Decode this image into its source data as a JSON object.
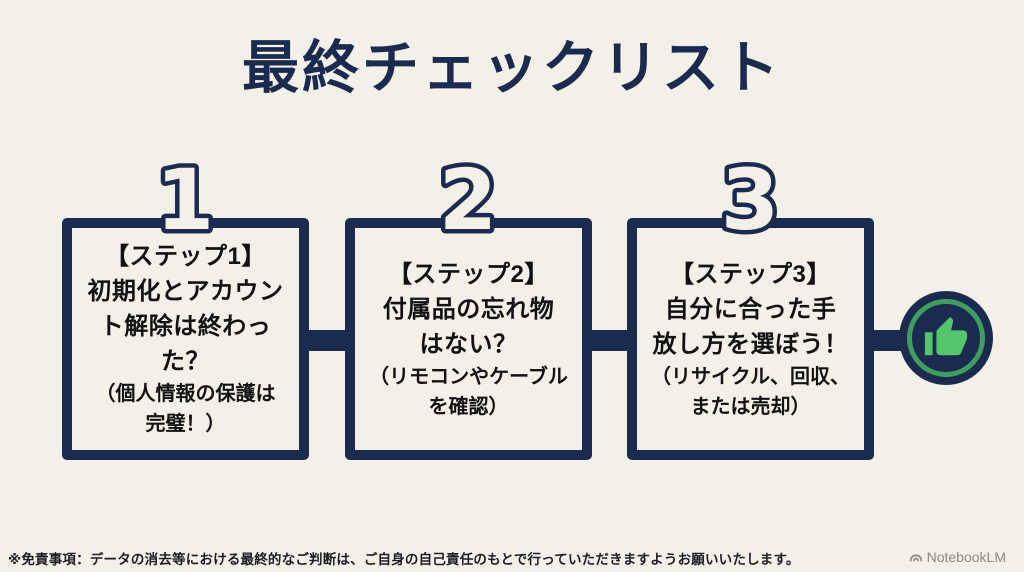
{
  "page": {
    "title": "最終チェックリスト",
    "background_color": "#f3f0e7",
    "accent_navy": "#1b2b50",
    "accent_green_ring": "#3f9e5e",
    "accent_green_thumb": "#55c56b"
  },
  "steps": [
    {
      "number": "1",
      "heading": "【ステップ1】",
      "main_lines": [
        "初期化とアカウン",
        "ト解除は終わった？"
      ],
      "note_lines": [
        "（個人情報の保護は",
        "完璧！）"
      ]
    },
    {
      "number": "2",
      "heading": "【ステップ2】",
      "main_lines": [
        "付属品の忘れ物",
        "はない？"
      ],
      "note_lines": [
        "（リモコンやケーブル",
        "を確認）"
      ]
    },
    {
      "number": "3",
      "heading": "【ステップ3】",
      "main_lines": [
        "自分に合った手",
        "放し方を選ぼう！"
      ],
      "note_lines": [
        "（リサイクル、回収、",
        "または売却）"
      ]
    }
  ],
  "result": {
    "icon": "thumbs-up"
  },
  "footer": {
    "disclaimer": "※免責事項：データの消去等における最終的なご判断は、ご自身の自己責任のもとで行っていただきますようお願いいたします。",
    "watermark": "NotebookLM"
  }
}
